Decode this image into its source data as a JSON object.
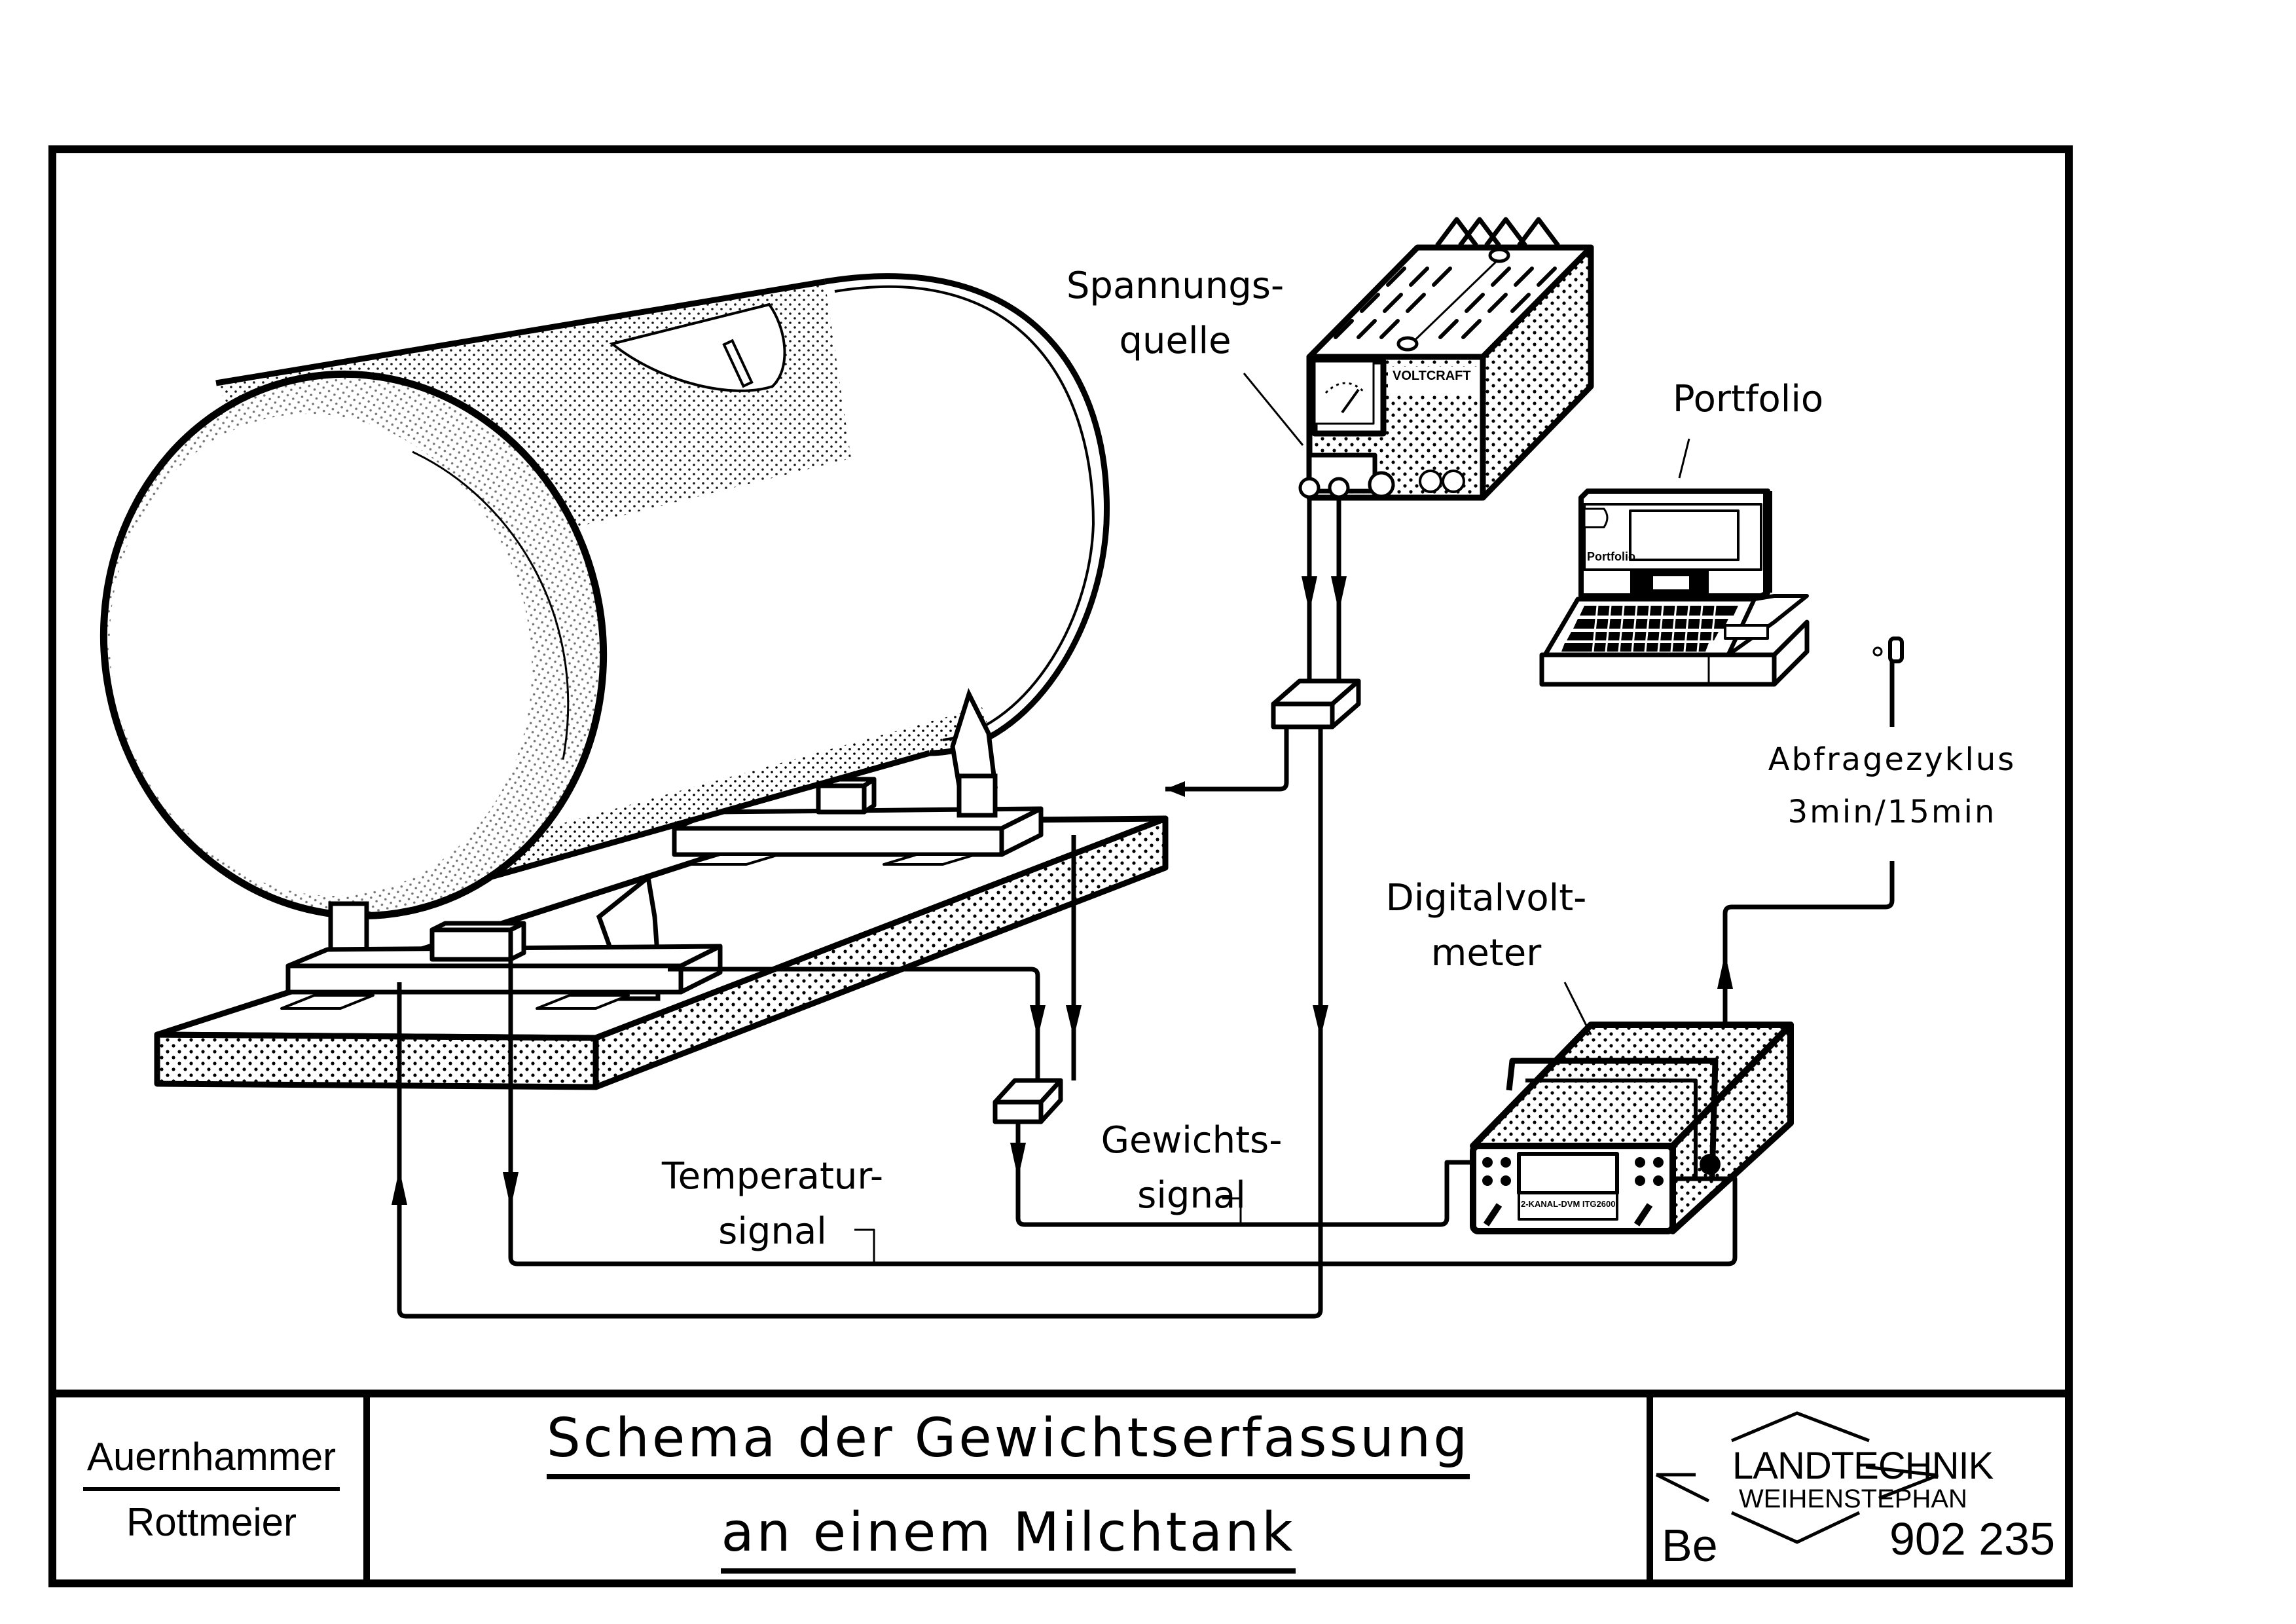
{
  "drawing": {
    "labels": {
      "power_supply": [
        "Spannungs-",
        "quelle"
      ],
      "portfolio": "Portfolio",
      "polling_cycle": [
        "Abfragezyklus",
        "3min/15min"
      ],
      "digital_voltmeter": [
        "Digitalvolt-",
        "meter"
      ],
      "weight_signal": [
        "Gewichts-",
        "signal"
      ],
      "temperature_signal": [
        "Temperatur-",
        "signal"
      ]
    },
    "device_markings": {
      "power_supply_brand": "VOLTCRAFT",
      "computer_brand": "Portfolio",
      "voltmeter_model": "2-KANAL-DVM ITG2600"
    },
    "components": [
      "milk-tank",
      "load-cell-front",
      "load-cell-rear",
      "base-plate",
      "power-supply",
      "junction-box-supply",
      "junction-box-signal",
      "digital-voltmeter",
      "portfolio-computer"
    ],
    "colors": {
      "ink": "#000000",
      "paper": "#ffffff",
      "stipple": "#000000"
    }
  },
  "title_block": {
    "authors": [
      "Auernhammer",
      "Rottmeier"
    ],
    "title": [
      "Schema der Gewichtserfassung",
      "an einem Milchtank"
    ],
    "institute": [
      "LANDTECHNIK",
      "WEIHENSTEPHAN"
    ],
    "code_prefix": "Be",
    "drawing_number": "902 235"
  }
}
